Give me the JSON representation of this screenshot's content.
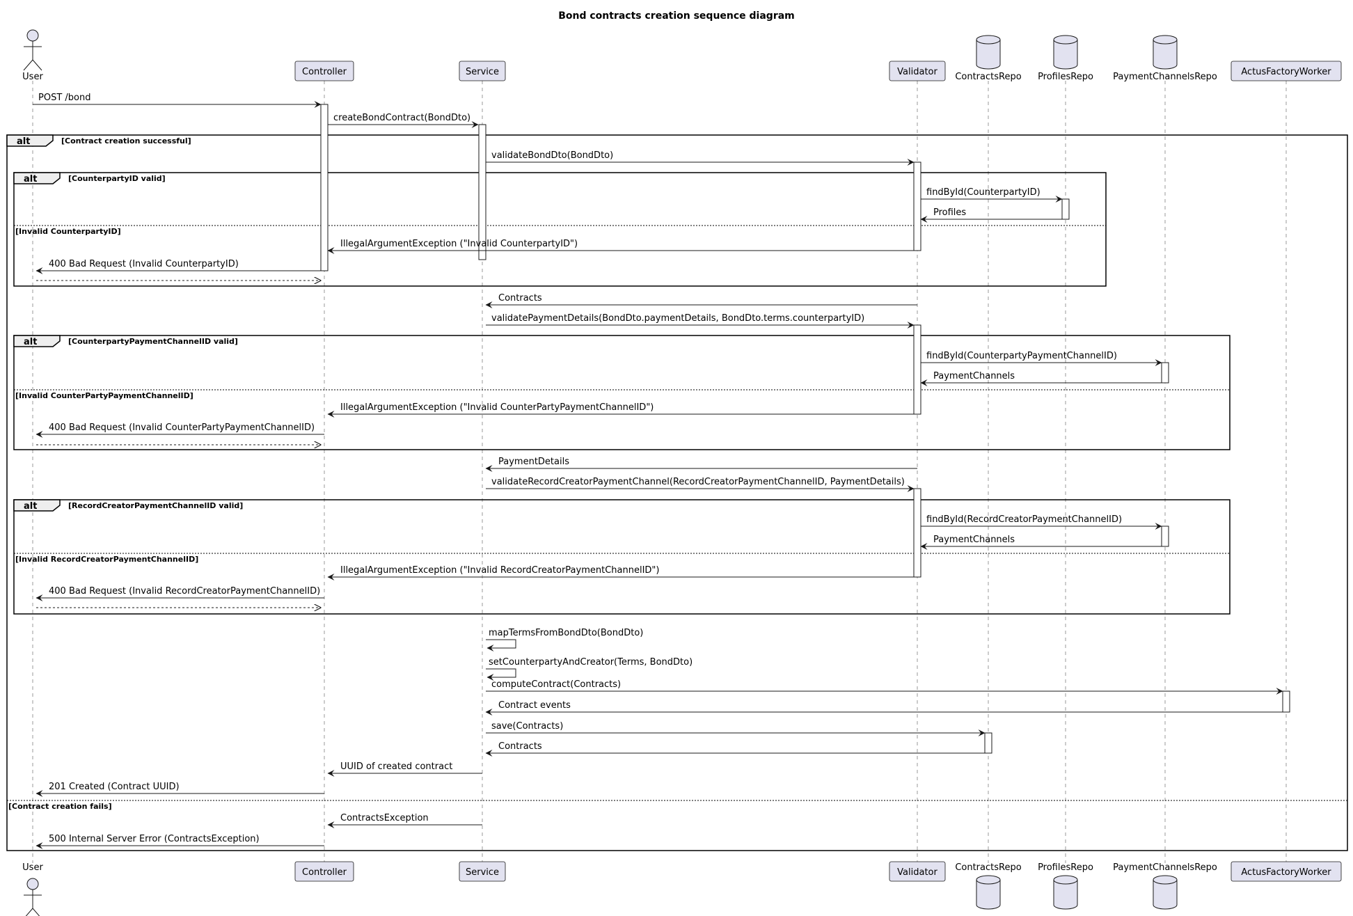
{
  "title": "Bond contracts creation sequence diagram",
  "participants": [
    {
      "id": "user",
      "label": "User",
      "kind": "actor"
    },
    {
      "id": "controller",
      "label": "Controller",
      "kind": "box"
    },
    {
      "id": "service",
      "label": "Service",
      "kind": "box"
    },
    {
      "id": "validator",
      "label": "Validator",
      "kind": "box"
    },
    {
      "id": "contractsrepo",
      "label": "ContractsRepo",
      "kind": "database"
    },
    {
      "id": "profilesrepo",
      "label": "ProfilesRepo",
      "kind": "database"
    },
    {
      "id": "paymentchannelsrepo",
      "label": "PaymentChannelsRepo",
      "kind": "database"
    },
    {
      "id": "actusfactoryworker",
      "label": "ActusFactoryWorker",
      "kind": "box"
    }
  ],
  "messages": [
    {
      "from": "user",
      "to": "controller",
      "label": "POST /bond"
    },
    {
      "from": "controller",
      "to": "service",
      "label": "createBondContract(BondDto)"
    },
    {
      "from": "service",
      "to": "validator",
      "label": "validateBondDto(BondDto)"
    },
    {
      "from": "validator",
      "to": "profilesrepo",
      "label": "findById(CounterpartyID)"
    },
    {
      "from": "profilesrepo",
      "to": "validator",
      "label": "Profiles"
    },
    {
      "from": "validator",
      "to": "controller",
      "label": "IllegalArgumentException (\"Invalid CounterpartyID\")"
    },
    {
      "from": "controller",
      "to": "user",
      "label": "400 Bad Request (Invalid CounterpartyID)"
    },
    {
      "from": "user",
      "to": "controller",
      "label": "",
      "dashed": true
    },
    {
      "from": "validator",
      "to": "service",
      "label": "Contracts"
    },
    {
      "from": "service",
      "to": "validator",
      "label": "validatePaymentDetails(BondDto.paymentDetails, BondDto.terms.counterpartyID)"
    },
    {
      "from": "validator",
      "to": "paymentchannelsrepo",
      "label": "findById(CounterpartyPaymentChannelID)"
    },
    {
      "from": "paymentchannelsrepo",
      "to": "validator",
      "label": "PaymentChannels"
    },
    {
      "from": "validator",
      "to": "controller",
      "label": "IllegalArgumentException (\"Invalid CounterPartyPaymentChannelID\")"
    },
    {
      "from": "controller",
      "to": "user",
      "label": "400 Bad Request (Invalid CounterPartyPaymentChannelID)"
    },
    {
      "from": "user",
      "to": "controller",
      "label": "",
      "dashed": true
    },
    {
      "from": "validator",
      "to": "service",
      "label": "PaymentDetails"
    },
    {
      "from": "service",
      "to": "validator",
      "label": "validateRecordCreatorPaymentChannel(RecordCreatorPaymentChannelID, PaymentDetails)"
    },
    {
      "from": "validator",
      "to": "paymentchannelsrepo",
      "label": "findById(RecordCreatorPaymentChannelID)"
    },
    {
      "from": "paymentchannelsrepo",
      "to": "validator",
      "label": "PaymentChannels"
    },
    {
      "from": "validator",
      "to": "controller",
      "label": "IllegalArgumentException (\"Invalid RecordCreatorPaymentChannelID\")"
    },
    {
      "from": "controller",
      "to": "user",
      "label": "400 Bad Request (Invalid RecordCreatorPaymentChannelID)"
    },
    {
      "from": "user",
      "to": "controller",
      "label": "",
      "dashed": true
    },
    {
      "from": "service",
      "to": "service",
      "label": "mapTermsFromBondDto(BondDto)"
    },
    {
      "from": "service",
      "to": "service",
      "label": "setCounterpartyAndCreator(Terms, BondDto)"
    },
    {
      "from": "service",
      "to": "actusfactoryworker",
      "label": "computeContract(Contracts)"
    },
    {
      "from": "actusfactoryworker",
      "to": "service",
      "label": "Contract events"
    },
    {
      "from": "service",
      "to": "contractsrepo",
      "label": "save(Contracts)"
    },
    {
      "from": "contractsrepo",
      "to": "service",
      "label": "Contracts"
    },
    {
      "from": "service",
      "to": "controller",
      "label": "UUID of created contract"
    },
    {
      "from": "controller",
      "to": "user",
      "label": "201 Created (Contract UUID)"
    },
    {
      "from": "service",
      "to": "controller",
      "label": "ContractsException"
    },
    {
      "from": "controller",
      "to": "user",
      "label": "500 Internal Server Error (ContractsException)"
    }
  ],
  "fragments": [
    {
      "kind": "alt",
      "guard": "[Contract creation successful]",
      "else_guard": "[Contract creation fails]"
    },
    {
      "kind": "alt",
      "guard": "[CounterpartyID valid]",
      "else_guard": "[Invalid CounterpartyID]"
    },
    {
      "kind": "alt",
      "guard": "[CounterpartyPaymentChannelID valid]",
      "else_guard": "[Invalid CounterPartyPaymentChannelID]"
    },
    {
      "kind": "alt",
      "guard": "[RecordCreatorPaymentChannelID valid]",
      "else_guard": "[Invalid RecordCreatorPaymentChannelID]"
    }
  ]
}
